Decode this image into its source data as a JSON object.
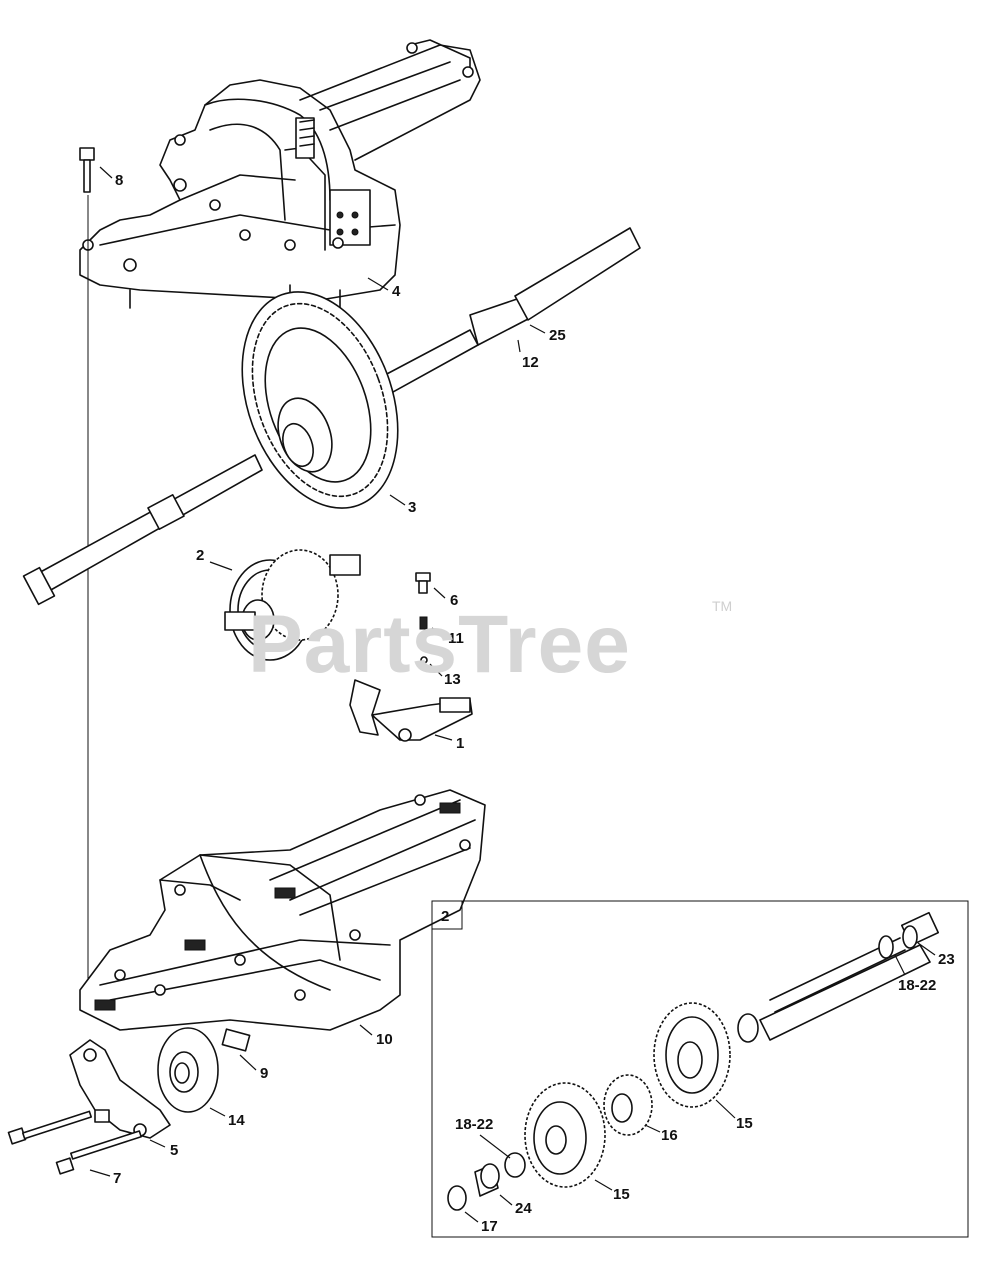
{
  "watermark": {
    "text": "PartsTree",
    "trademark": "TM"
  },
  "inset": {
    "label": "2"
  },
  "callouts": [
    {
      "id": "c8",
      "text": "8"
    },
    {
      "id": "c4",
      "text": "4"
    },
    {
      "id": "c25",
      "text": "25"
    },
    {
      "id": "c12",
      "text": "12"
    },
    {
      "id": "c3",
      "text": "3"
    },
    {
      "id": "c2",
      "text": "2"
    },
    {
      "id": "c6",
      "text": "6"
    },
    {
      "id": "c11",
      "text": "11"
    },
    {
      "id": "c13",
      "text": "13"
    },
    {
      "id": "c1",
      "text": "1"
    },
    {
      "id": "c10",
      "text": "10"
    },
    {
      "id": "c9",
      "text": "9"
    },
    {
      "id": "c14",
      "text": "14"
    },
    {
      "id": "c5",
      "text": "5"
    },
    {
      "id": "c7",
      "text": "7"
    },
    {
      "id": "c23",
      "text": "23"
    },
    {
      "id": "c18a",
      "text": "18-22"
    },
    {
      "id": "c15a",
      "text": "15"
    },
    {
      "id": "c16",
      "text": "16"
    },
    {
      "id": "c18b",
      "text": "18-22"
    },
    {
      "id": "c15b",
      "text": "15"
    },
    {
      "id": "c24",
      "text": "24"
    },
    {
      "id": "c17",
      "text": "17"
    }
  ]
}
